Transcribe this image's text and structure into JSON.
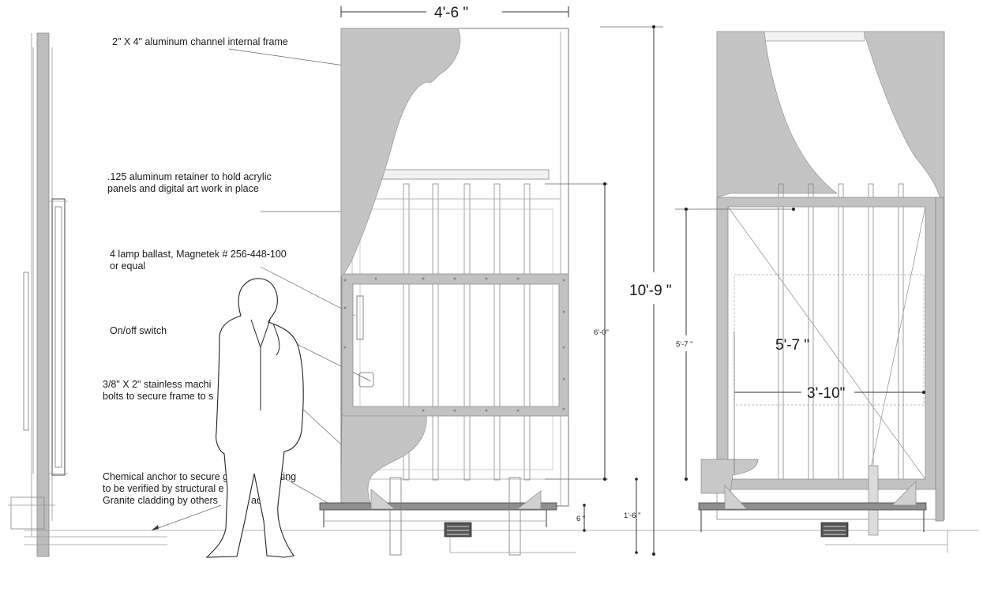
{
  "annotations": [
    {
      "id": "frame",
      "lines": [
        "2\" X 4\" aluminum channel internal frame"
      ]
    },
    {
      "id": "retainer",
      "lines": [
        ".125 aluminum retainer to hold acrylic",
        "panels and digital art work in place"
      ]
    },
    {
      "id": "ballast",
      "lines": [
        "4 lamp ballast, Magnetek # 256-448-100",
        "or equal"
      ]
    },
    {
      "id": "switch",
      "lines": [
        "On/off switch"
      ]
    },
    {
      "id": "bolts",
      "lines": [
        "3/8\" X 2\" stainless machi",
        "bolts to secure frame to s"
      ]
    },
    {
      "id": "anchor",
      "lines": [
        "Chemical anchor to secure g",
        "to be verified by structural e",
        "Granite cladding by others"
      ]
    },
    {
      "id": "anchor_tail",
      "lines": [
        "oting",
        "ee",
        "ade"
      ]
    }
  ],
  "dimensions": {
    "width_top": "4'-6 \"",
    "overall_height": "10'-9 \"",
    "panel_height_left": "6'-0\"",
    "base_left": "6 \"",
    "base_height": "1'-6 \"",
    "panel_height_right_small": "5'-7 \"",
    "panel_height_right": "5'-7 \"",
    "panel_width_right": "3'-10\""
  },
  "colors": {
    "drape": "#c4c4c4",
    "frame": "#c2c2c2",
    "line": "#777777",
    "ink": "#1a1a1a"
  }
}
